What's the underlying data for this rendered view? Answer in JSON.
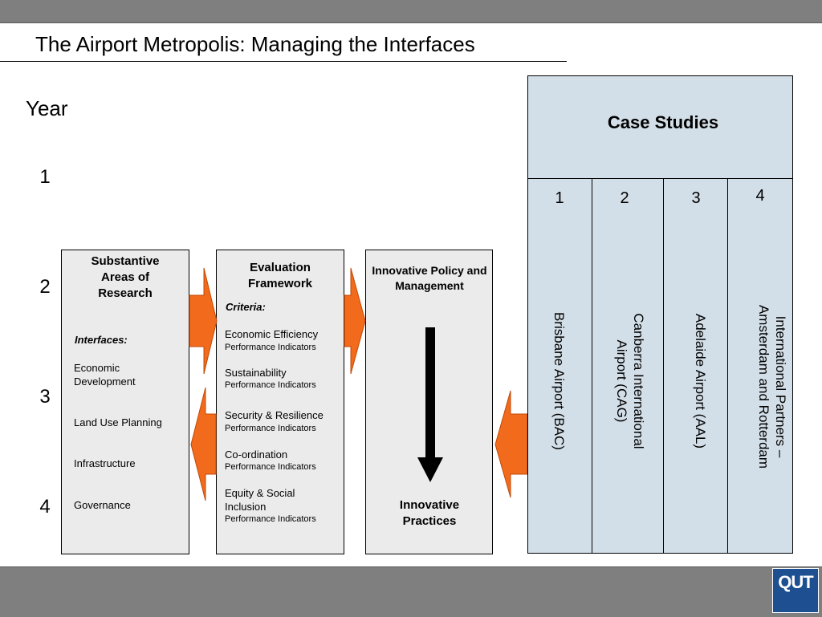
{
  "title": "The Airport Metropolis: Managing the Interfaces",
  "year_label": "Year",
  "years": [
    "1",
    "2",
    "3",
    "4"
  ],
  "research": {
    "heading": "Substantive Areas of Research",
    "interfaces_label": "Interfaces:",
    "items": [
      "Economic Development",
      "Land Use Planning",
      "Infrastructure",
      "Governance"
    ]
  },
  "evaluation": {
    "heading": "Evaluation Framework",
    "criteria_label": "Criteria:",
    "items": [
      {
        "name": "Economic Efficiency",
        "sub": "Performance Indicators"
      },
      {
        "name": "Sustainability",
        "sub": "Performance Indicators"
      },
      {
        "name": "Security & Resilience",
        "sub": "Performance Indicators"
      },
      {
        "name": "Co-ordination",
        "sub": "Performance Indicators"
      },
      {
        "name": "Equity & Social Inclusion",
        "sub": "Performance Indicators"
      }
    ]
  },
  "policy": {
    "heading": "Innovative Policy and Management",
    "footer": "Innovative Practices"
  },
  "case_studies": {
    "heading": "Case Studies",
    "columns": [
      {
        "num": "1",
        "name": "Brisbane Airport (BAC)"
      },
      {
        "num": "2",
        "name": "Canberra International Airport  (CAG)"
      },
      {
        "num": "3",
        "name": "Adelaide Airport (AAL)"
      },
      {
        "num": "4",
        "name": "International Partners – Amsterdam and Rotterdam"
      }
    ]
  },
  "logo": {
    "text": "QUT"
  },
  "colors": {
    "arrow_orange": "#f26a1b",
    "case_panel": "#d3dfe8",
    "box_fill": "#ebebeb",
    "logo_blue": "#1d4f91",
    "bar_gray": "#7f7f7f"
  }
}
